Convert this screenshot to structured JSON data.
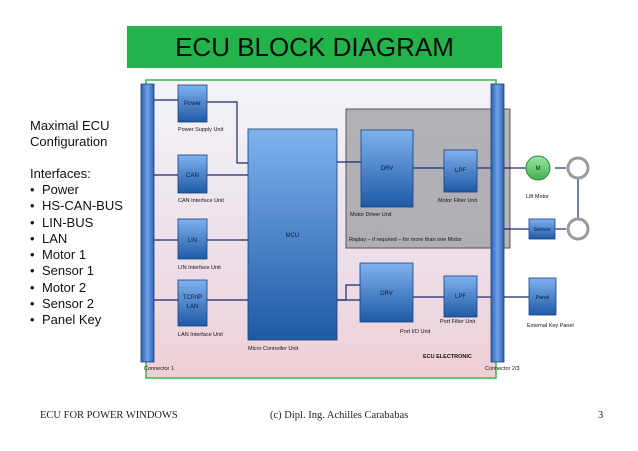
{
  "title": "ECU BLOCK DIAGRAM",
  "info": {
    "heading_line1": "Maximal ECU",
    "heading_line2": "Configuration",
    "interfaces_label": "Interfaces:",
    "interfaces": [
      "Power",
      "HS-CAN-BUS",
      "LIN-BUS",
      "LAN",
      "Motor 1",
      "Sensor 1",
      "Motor 2",
      "Sensor 2",
      "Panel Key"
    ]
  },
  "diagram": {
    "blocks": {
      "power": "Power",
      "can": "CAN",
      "lin": "LIN",
      "tcpip_line1": "TCP/IP",
      "tcpip_line2": "LAN",
      "mcu": "MCU",
      "drv1": "DRV",
      "drv2": "DRV",
      "lpf1": "LPF",
      "lpf2": "LPF",
      "motor": "M",
      "sensor": "Sensor",
      "panel": "Panel"
    },
    "labels": {
      "power_supply_unit": "Power Supply Unit",
      "can_interface_unit": "CAN Interface Unit",
      "lin_interface_unit": "LIN Interface Unit",
      "lan_interface_unit": "LAN Interface Unit",
      "micro_controller_unit": "Micro Controller Unit",
      "motor_driver_unit": "Motor Driver Unit",
      "motor_filter_unit": "Motor Filter Unit",
      "replay_note": "Replay – if required – for more than one Motor",
      "port_io_unit": "Port I/O Unit",
      "port_filter_unit": "Port Filter Unit",
      "lift_motor": "Lift Motor",
      "external_key_panel": "External Key Panel",
      "ecu_electronic": "ECU ELECTRONIC",
      "connector_1": "Connector 1",
      "connector_23": "Connector 2/3"
    }
  },
  "footer": {
    "left": "ECU FOR POWER WINDOWS",
    "center": "(c) Dipl. Ing. Achilles Carababas",
    "page": "3"
  },
  "colors": {
    "title_bar": "#23b34a",
    "block_blue_top": "#6ea6e8",
    "block_blue_bottom": "#1f5aa6",
    "ecu_border": "#33b34a",
    "motor_green": "#6fd07a",
    "line_navy": "#1a2a6b"
  }
}
